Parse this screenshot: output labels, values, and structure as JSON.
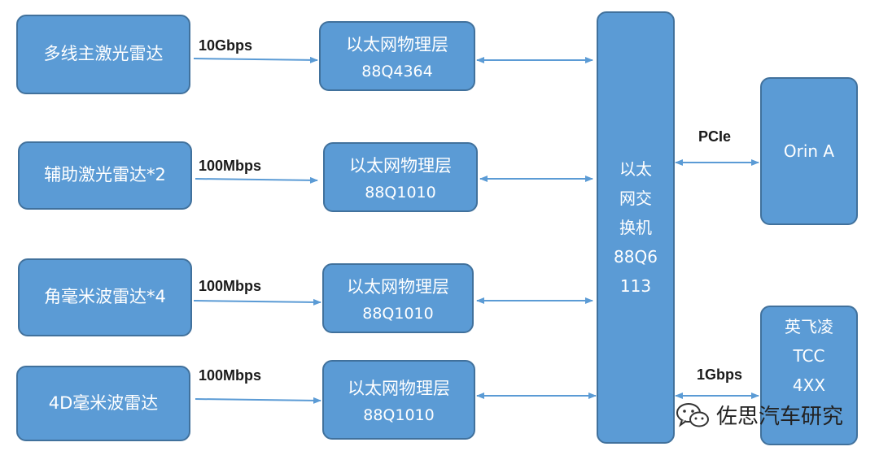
{
  "sources": [
    {
      "label": "多线主激光雷达",
      "link": "10Gbps"
    },
    {
      "label": "辅助激光雷达*2",
      "link": "100Mbps"
    },
    {
      "label": "角毫米波雷达*4",
      "link": "100Mbps"
    },
    {
      "label": "4D毫米波雷达",
      "link": "100Mbps"
    }
  ],
  "phys": [
    {
      "title": "以太网物理层",
      "part": "88Q4364"
    },
    {
      "title": "以太网物理层",
      "part": "88Q1010"
    },
    {
      "title": "以太网物理层",
      "part": "88Q1010"
    },
    {
      "title": "以太网物理层",
      "part": "88Q1010"
    }
  ],
  "switch": {
    "lines": [
      "以太",
      "网交",
      "换机",
      "88Q6",
      "113"
    ]
  },
  "orin": {
    "label": "Orin A",
    "link": "PCIe"
  },
  "infineon": {
    "lines": [
      "英飞凌",
      "TCC",
      "4XX"
    ],
    "link": "1Gbps"
  },
  "watermark": {
    "text": "佐思汽车研究",
    "icon": "wechat-icon"
  },
  "colors": {
    "box": "#5b9bd5",
    "border": "#41719c",
    "arrow": "#5b9bd5"
  }
}
